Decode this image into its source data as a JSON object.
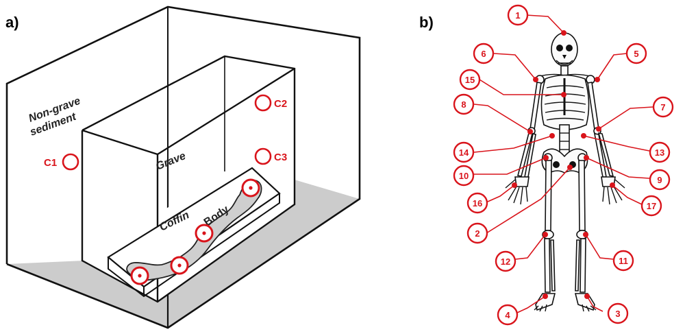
{
  "panel_a": {
    "label": "a)",
    "non_grave_line1": "Non-grave",
    "non_grave_line2": "sediment",
    "grave": "Grave",
    "coffin": "Coffin",
    "body": "Body",
    "controls": [
      "C1",
      "C2",
      "C3"
    ]
  },
  "panel_b": {
    "label": "b)",
    "points": [
      "1",
      "2",
      "3",
      "4",
      "5",
      "6",
      "7",
      "8",
      "9",
      "10",
      "11",
      "12",
      "13",
      "14",
      "15",
      "16",
      "17"
    ]
  },
  "colors": {
    "accent": "#d9141b",
    "floor": "#cccccc",
    "outline": "#111111"
  }
}
